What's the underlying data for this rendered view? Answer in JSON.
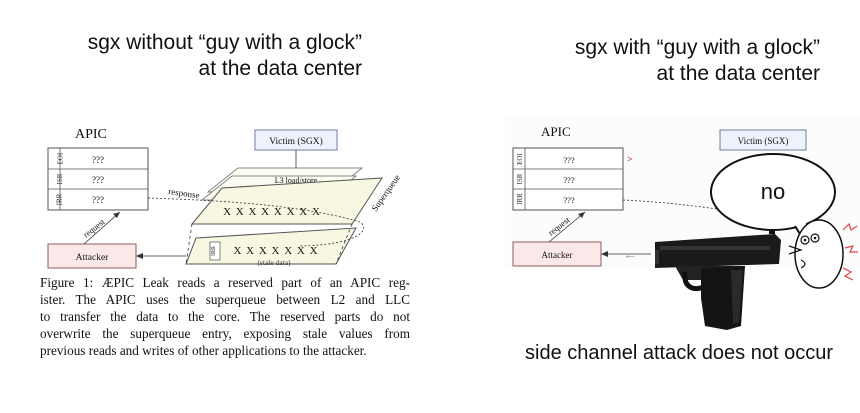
{
  "left": {
    "title_line1": "sgx without “guy with a glock”",
    "title_line2": "at the data center"
  },
  "right": {
    "title_line1": "sgx with “guy with a glock”",
    "title_line2": "at the data center",
    "bubble_text": "no",
    "bottom_caption": "side channel attack does not occur"
  },
  "figure": {
    "apic_label": "APIC",
    "register_rows": [
      {
        "label": "EOI",
        "value": "???"
      },
      {
        "label": "ISR",
        "value": "???"
      },
      {
        "label": "IRR",
        "value": "???"
      }
    ],
    "victim_label": "Victim (SGX)",
    "l3_label": "L3 load/store",
    "superqueue_label": "Superqueue",
    "response_label": "response",
    "request_label": "request",
    "attacker_label": "Attacker",
    "entry_upper": "X X X X X X X X",
    "entry_lower": "X X X X X X X",
    "entry_tag": "IRR",
    "stale_label": "(stale data)",
    "caption_lines": [
      "Figure 1: ÆPIC Leak reads a reserved part of an APIC reg-",
      "ister. The APIC uses the superqueue between L2 and LLC",
      "to transfer the data to the core. The reserved parts do not",
      "overwrite the superqueue entry, exposing stale values from",
      "previous reads and writes of other applications to the attacker."
    ]
  }
}
